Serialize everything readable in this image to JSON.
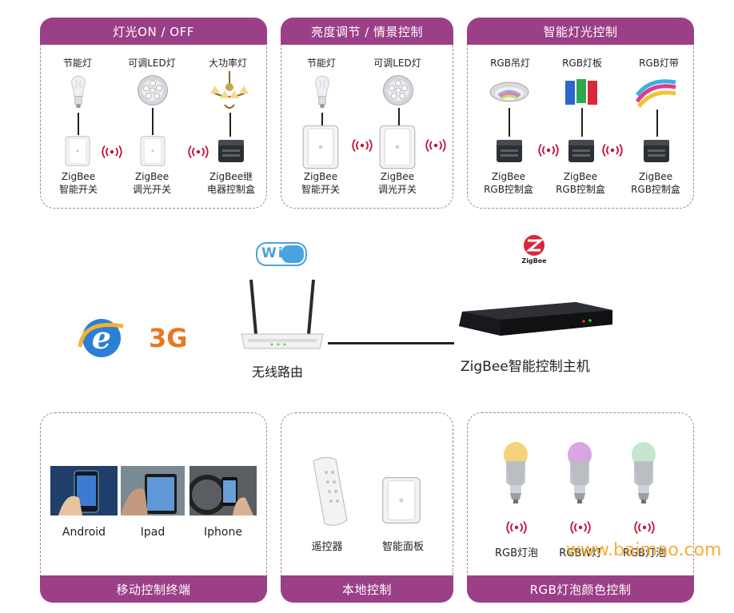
{
  "panels": {
    "onoff": {
      "title": "灯光ON / OFF",
      "items": [
        "节能灯",
        "可调LED灯",
        "大功率灯"
      ],
      "devices": [
        "ZigBee\n智能开关",
        "ZigBee\n调光开关",
        "ZigBee继\n电器控制盒"
      ]
    },
    "scene": {
      "title": "亮度调节 / 情景控制",
      "items": [
        "节能灯",
        "可调LED灯"
      ],
      "devices": [
        "ZigBee\n智能开关",
        "ZigBee\n调光开关"
      ]
    },
    "smart": {
      "title": "智能灯光控制",
      "items": [
        "RGB吊灯",
        "RGB灯板",
        "RGB灯带"
      ],
      "devices": [
        "ZigBee\nRGB控制盒",
        "ZigBee\nRGB控制盒",
        "ZigBee\nRGB控制盒"
      ]
    },
    "mobile": {
      "title": "移动控制终端",
      "items": [
        "Android",
        "Ipad",
        "Iphone"
      ]
    },
    "local": {
      "title": "本地控制",
      "items": [
        "遥控器",
        "智能面板"
      ]
    },
    "rgb": {
      "title": "RGB灯泡颜色控制",
      "items": [
        "RGB灯泡",
        "RGBW灯",
        "RGB灯泡"
      ]
    }
  },
  "middle": {
    "wifi_logo": "WiFi",
    "router_label": "无线路由",
    "zigbee_logo": "ZigBee",
    "host_label": "ZigBee智能控制主机",
    "g3_label": "3G"
  },
  "watermark": "www.baimao.com",
  "colors": {
    "panel_header": "#9b3f86",
    "panel_border": "#b07aa8",
    "signal": "#c0143c",
    "g3": "#e87722"
  }
}
